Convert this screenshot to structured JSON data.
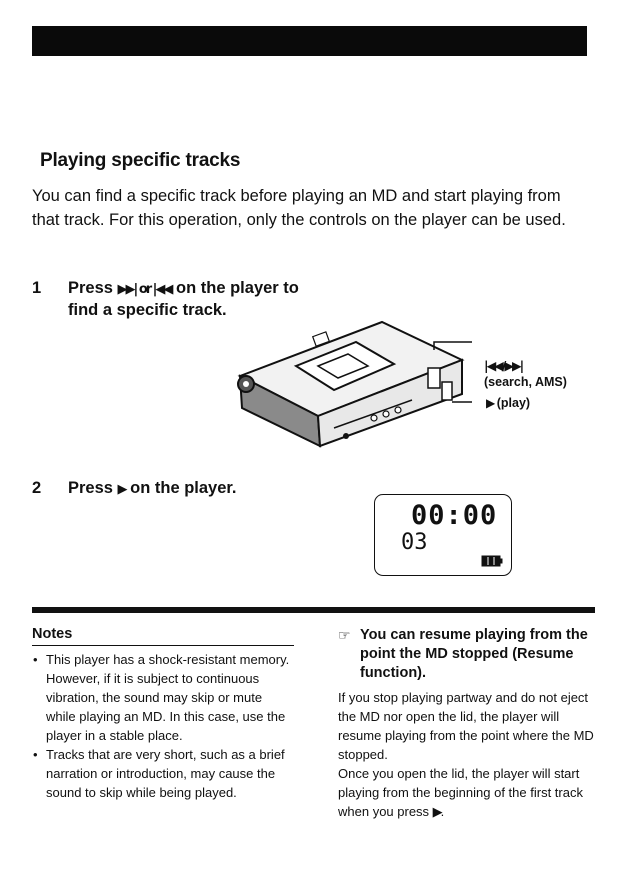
{
  "section": {
    "title": "Playing specific tracks",
    "intro": "You can find a specific track before playing an MD and start playing from that track. For this operation, only the controls on the player can be used."
  },
  "steps": [
    {
      "number": "1",
      "pre": "Press ",
      "symbols": "▶▶| or |◀◀",
      "post": " on the player to find a specific track."
    },
    {
      "number": "2",
      "pre": "Press ",
      "symbols": "▶",
      "post": " on the player."
    }
  ],
  "callouts": {
    "search_symbols": "|◀◀/▶▶|",
    "search_label": "(search, AMS)",
    "play_symbol": "▶",
    "play_label": "(play)"
  },
  "display": {
    "time": "00:00",
    "track": "03"
  },
  "notes": {
    "title": "Notes",
    "items": [
      "This player has a shock-resistant memory. However, if it is subject to continuous vibration, the sound may skip or mute while playing an MD. In this case, use the player in a stable place.",
      "Tracks that are very short, such as a brief narration or introduction, may cause the sound to skip while being played."
    ]
  },
  "tip": {
    "icon": "tip-icon",
    "heading": "You can resume playing from the point the MD stopped (Resume function).",
    "para1": "If you stop playing partway and do not eject the MD nor open the lid, the player will resume playing from the point where the MD stopped.",
    "para2_pre": "Once you open the lid, the player will start playing from the beginning of the first track when you press ",
    "para2_symbol": "▶",
    "para2_post": "."
  }
}
